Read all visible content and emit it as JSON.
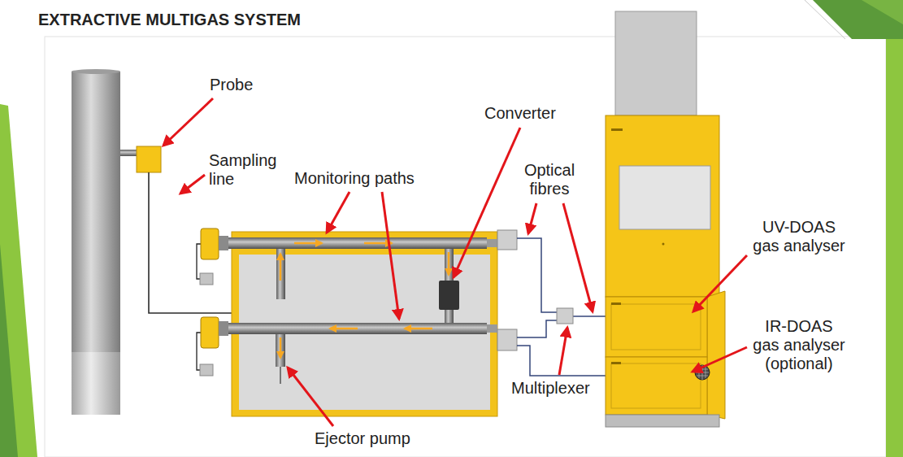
{
  "diagram": {
    "title": "EXTRACTIVE MULTIGAS SYSTEM",
    "labels": [
      "Probe",
      "Converter",
      "Sampling line",
      "Monitoring paths",
      "Optical fibres",
      "UV-DOAS gas analyser",
      "IR-DOAS gas analyser (optional)",
      "Multiplexer",
      "Ejector pump"
    ]
  }
}
